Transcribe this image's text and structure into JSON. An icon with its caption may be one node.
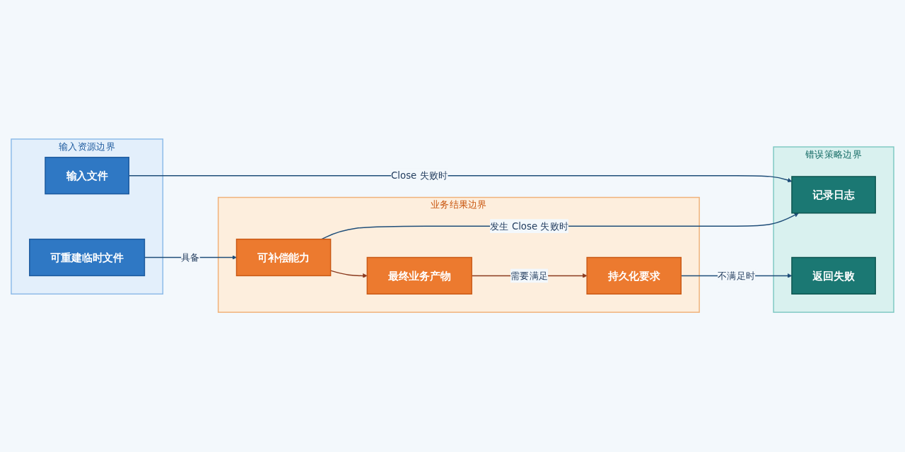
{
  "diagram": {
    "nodes": [
      {
        "text": [
          "输入资源边界"
        ]
      },
      {
        "text": [
          "输入文件"
        ],
        "in": 0
      },
      {
        "text": [
          "可重建临时文件"
        ],
        "in": 0
      },
      {
        "text": [
          "业务结果边界"
        ]
      },
      {
        "text": [
          "最终业务产物"
        ],
        "in": 3
      },
      {
        "text": [
          "持久化要求"
        ],
        "in": 3
      },
      {
        "text": [
          "可补偿能力"
        ],
        "in": 3
      },
      {
        "text": [
          "错误策略边界"
        ]
      },
      {
        "text": [
          "记录日志"
        ],
        "in": 7
      },
      {
        "text": [
          "返回失败"
        ],
        "in": 7
      }
    ],
    "edges": [
      {
        "from": 1,
        "to": 8,
        "arrow": "to",
        "label": "Close 失败时"
      },
      {
        "from": 2,
        "to": 6,
        "arrow": "to",
        "label": "具备"
      },
      {
        "from": 4,
        "to": 5,
        "arrow": "to",
        "label": "需要满足",
        "color": "#8b3a1e"
      },
      {
        "from": 5,
        "to": 9,
        "arrow": "to",
        "label": "不满足时"
      },
      {
        "from": 6,
        "to": 4,
        "arrow": "to",
        "color": "#8b3a1e"
      },
      {
        "from": 6,
        "to": 8,
        "arrow": "to",
        "label": "发生 Close 失败时"
      }
    ]
  }
}
